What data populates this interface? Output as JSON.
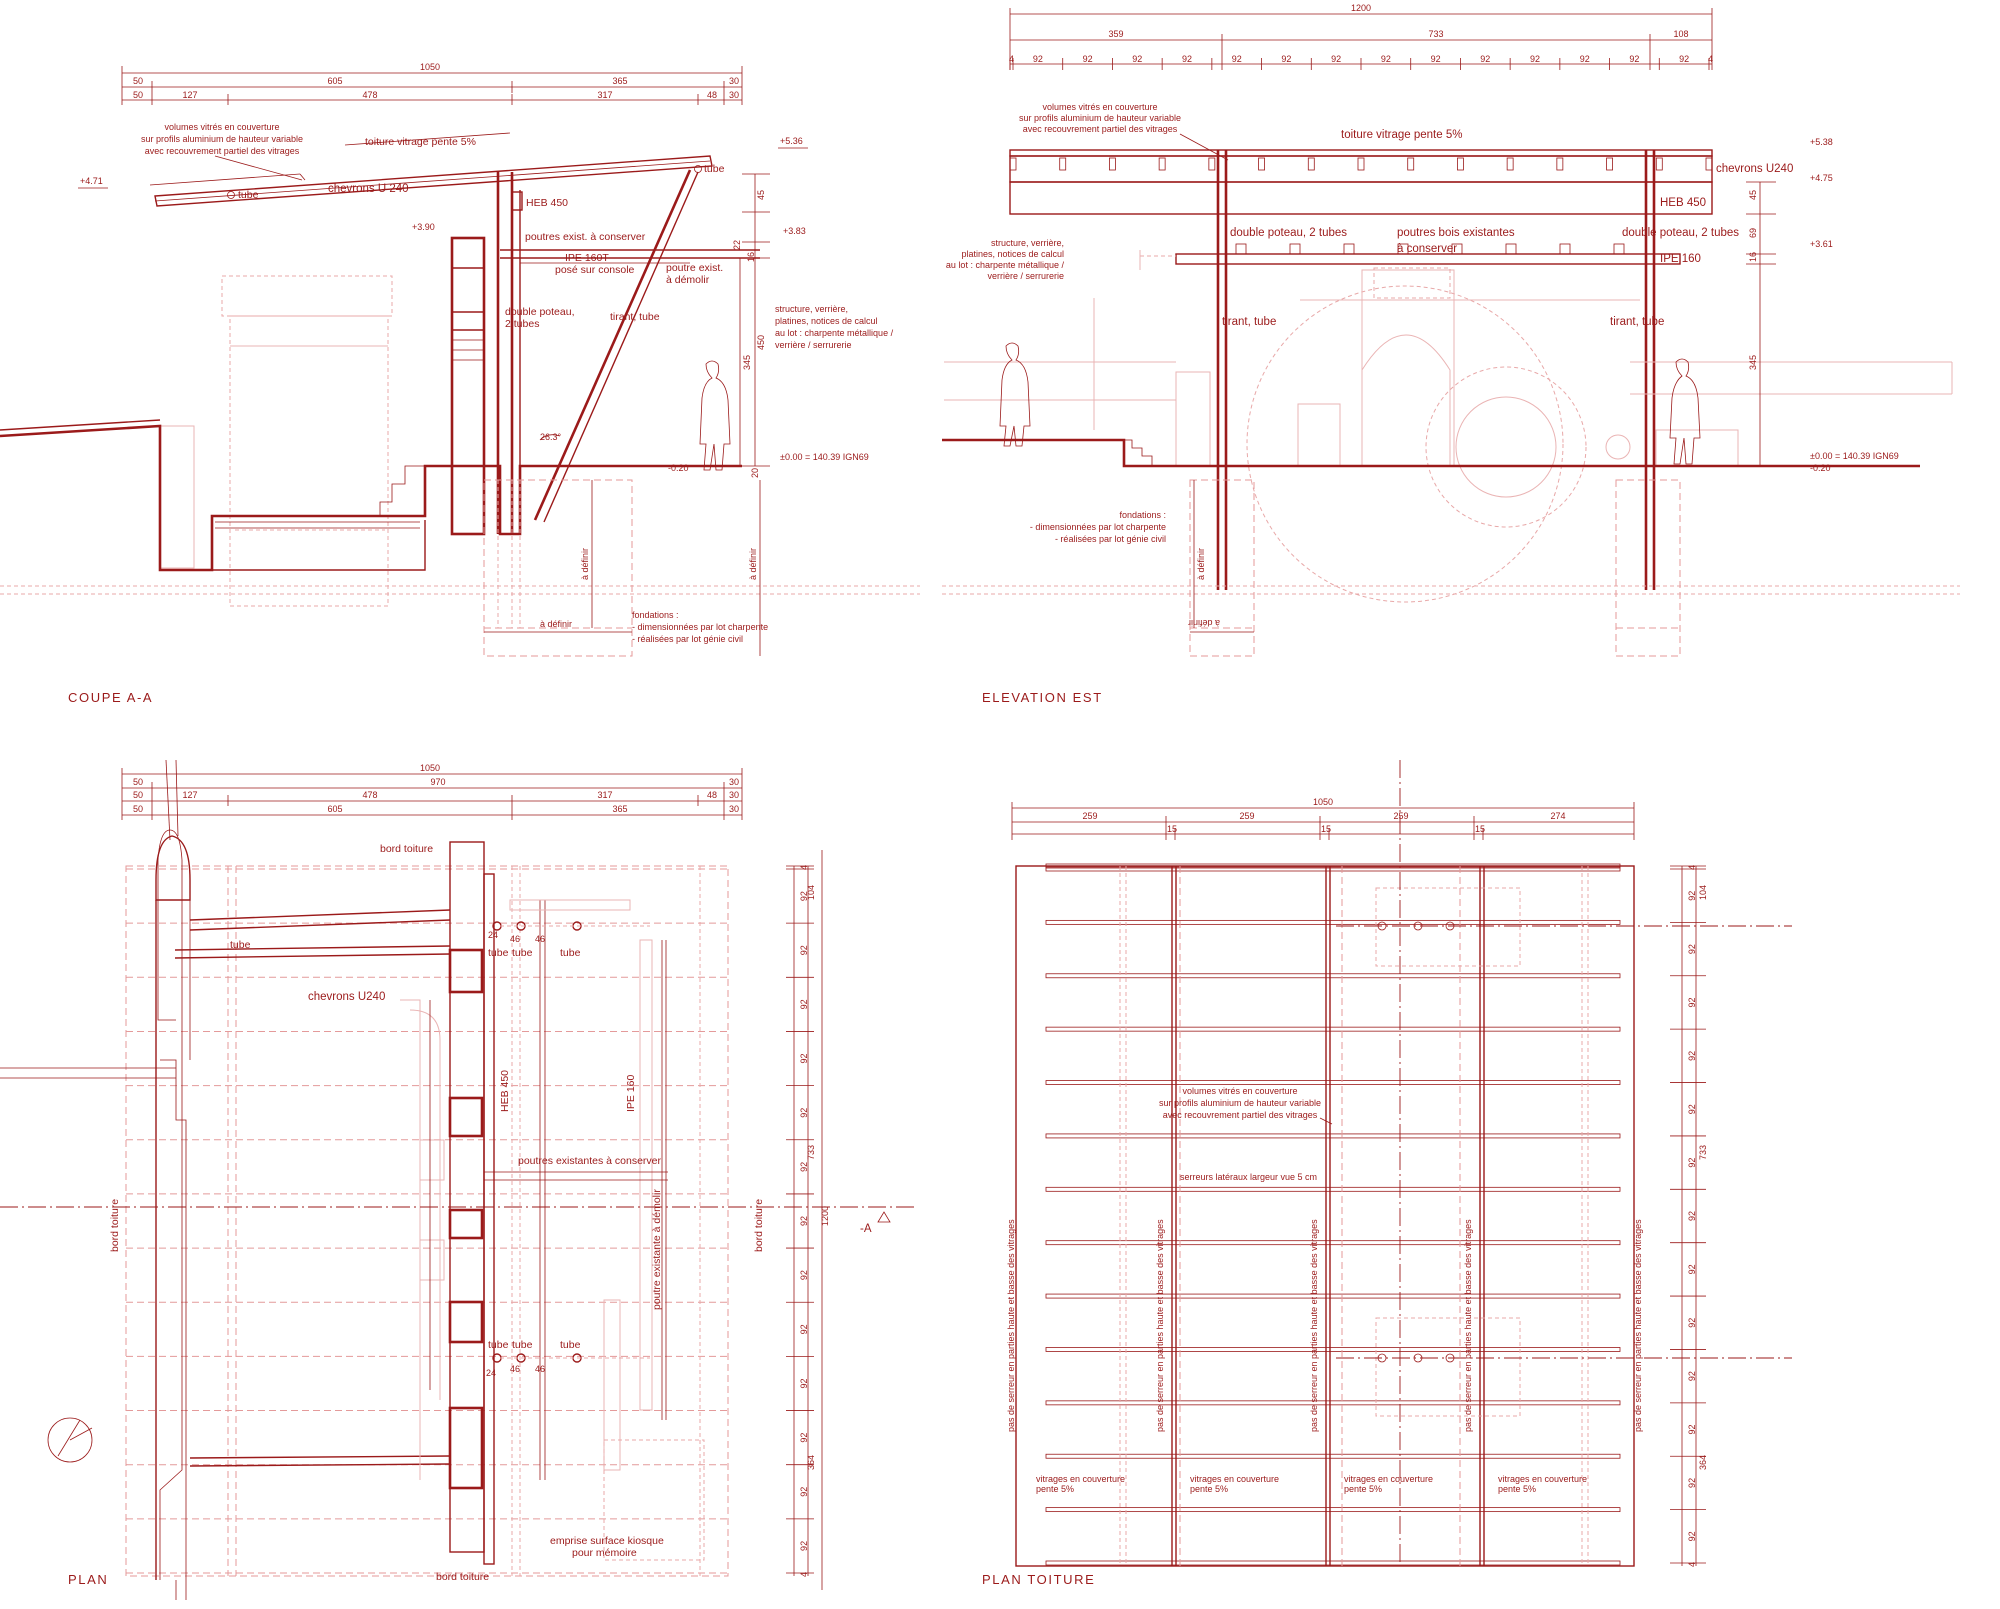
{
  "titles": {
    "coupe": "COUPE A-A",
    "elevation": "ELEVATION EST",
    "plan": "PLAN",
    "plan_toiture": "PLAN TOITURE"
  },
  "coupe": {
    "dim_total": "1050",
    "dim_row2": [
      "50",
      "605",
      "365",
      "30"
    ],
    "dim_row3": [
      "50",
      "127",
      "478",
      "317",
      "48",
      "30"
    ],
    "note_volumes": [
      "volumes vitrés en couverture",
      "sur profils aluminium de hauteur variable",
      "avec recouvrement partiel des vitrages"
    ],
    "toiture": "toiture vitrage pente 5%",
    "level_536": "+5.36",
    "level_471": "+4.71",
    "level_390": "+3.90",
    "level_383": "+3.83",
    "level_000": "±0.00 = 140.39 IGN69",
    "level_020": "-0.20",
    "tube_a": "tube",
    "tube_b": "tube",
    "chevrons": "chevrons U 240",
    "heb": "HEB 450",
    "poutres": "poutres exist. à conserver",
    "ipe": "IPE 160T",
    "pose": "posé sur console",
    "poutre_demolir": [
      "poutre exist.",
      "à démolir"
    ],
    "double_poteau": [
      "double poteau,",
      "2 tubes"
    ],
    "tirant": "tirant, tube",
    "structure": [
      "structure, verrière,",
      "platines, notices de calcul",
      "au lot : charpente métallique /",
      "verrière / serrurerie"
    ],
    "vdim_45": "45",
    "vdim_22": "22",
    "vdim_16": "16",
    "vdim_450": "450",
    "vdim_345": "345",
    "vdim_20": "20",
    "angle": "26.3°",
    "a_definir_v1": "à définir",
    "a_definir_v2": "à définir",
    "a_definir_h": "à définir",
    "fondations": [
      "fondations :",
      "- dimensionnées par lot charpente",
      "- réalisées par lot génie civil"
    ]
  },
  "elevation": {
    "dim_total": "1200",
    "dim_row2": [
      "359",
      "733",
      "108"
    ],
    "dim_row3": [
      "4",
      "92",
      "92",
      "92",
      "92",
      "92",
      "92",
      "92",
      "92",
      "92",
      "92",
      "92",
      "92",
      "92",
      "92",
      "4"
    ],
    "note_volumes": [
      "volumes vitrés en couverture",
      "sur profils aluminium de hauteur variable",
      "avec recouvrement partiel des vitrages"
    ],
    "toiture": "toiture vitrage pente 5%",
    "chevrons": "chevrons U240",
    "heb": "HEB 450",
    "ipe": "IPE 160",
    "double_poteau_l": "double poteau, 2 tubes",
    "double_poteau_r": "double poteau, 2 tubes",
    "poutres": [
      "poutres bois existantes",
      "à conserver"
    ],
    "structure": [
      "structure, verrière,",
      "platines, notices de calcul",
      "au lot : charpente métallique /",
      "verrière / serrurerie"
    ],
    "tirant_l": "tirant, tube",
    "tirant_r": "tirant, tube",
    "level_538": "+5.38",
    "level_475": "+4.75",
    "level_361": "+3.61",
    "level_000": "±0.00 = 140.39 IGN69",
    "level_020": "-0.20",
    "vdim_45": "45",
    "vdim_69": "69",
    "vdim_16": "16",
    "vdim_345": "345",
    "fondations": [
      "fondations :",
      "- dimensionnées par lot charpente",
      "- réalisées par lot génie civil"
    ],
    "a_definir_v": "à définir",
    "a_definir_h": "à définir"
  },
  "plan": {
    "dim_total": "1050",
    "dim_row2": [
      "50",
      "970",
      "30"
    ],
    "dim_row3": [
      "50",
      "127",
      "478",
      "317",
      "48",
      "30"
    ],
    "dim_row4": [
      "50",
      "605",
      "365",
      "30"
    ],
    "bord_toiture_top": "bord toiture",
    "bord_toiture_bottom": "bord toiture",
    "bord_toiture_left": "bord toiture",
    "bord_toiture_right": "bord toiture",
    "tube": "tube",
    "chevrons": "chevrons U240",
    "heb": "HEB 450",
    "ipe": "IPE 160",
    "poutres": "poutres existantes à conserver",
    "poutre_demolir": "poutre existante à démolir",
    "tubes_top": [
      "tube",
      "tube",
      "tube"
    ],
    "tubes_bottom": [
      "tube",
      "tube",
      "tube"
    ],
    "d24": "24",
    "d46": "46",
    "d46b": "46",
    "d24b": "24",
    "d46c": "46",
    "d46d": "46",
    "emprise": [
      "emprise surface kiosque",
      "pour mémoire"
    ],
    "section_mark": "-A",
    "vdim_right": [
      "4",
      "92",
      "92",
      "92",
      "92",
      "92",
      "92",
      "92",
      "92",
      "92",
      "92",
      "92",
      "92",
      "92",
      "4"
    ],
    "vdim_104": "104",
    "vdim_733": "733",
    "vdim_364": "364",
    "vdim_1200": "1200"
  },
  "plan_toiture": {
    "dim_total": "1050",
    "dim_row2": [
      "259",
      "259",
      "259",
      "274"
    ],
    "dim_row3": [
      "15",
      "15",
      "15"
    ],
    "note_volumes": [
      "volumes vitrés en couverture",
      "sur profils aluminium de hauteur variable",
      "avec recouvrement partiel des vitrages"
    ],
    "serreurs": "serreurs latéraux largeur vue 5 cm",
    "pas_serreur": "pas de serreur en parties haute et basse des vitrages",
    "vitrages": [
      "vitrages en couverture",
      "pente 5%"
    ],
    "vdim_right": [
      "4",
      "92",
      "92",
      "92",
      "92",
      "92",
      "92",
      "92",
      "92",
      "92",
      "92",
      "92",
      "92",
      "92",
      "4"
    ],
    "vdim_104": "104",
    "vdim_733": "733",
    "vdim_364": "364"
  },
  "colors": {
    "ink": "#9b1a1a",
    "pale": "#e49a9a"
  }
}
